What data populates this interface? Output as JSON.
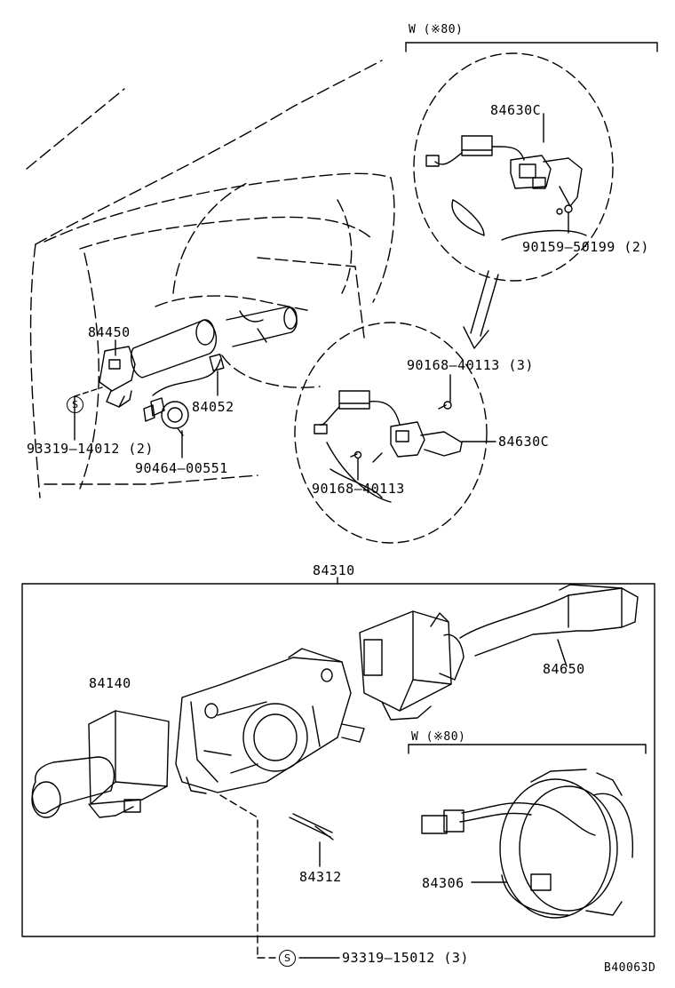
{
  "diagram": {
    "variant_top": "W (※80)",
    "variant_sensor": "W (※80)",
    "drawing_code": "B40063D",
    "screw_mark": "S"
  },
  "parts": {
    "p84630C_top": "84630C",
    "p90159": "90159—50199 (2)",
    "p84450": "84450",
    "p84052": "84052",
    "p93319_14012": "93319—14012 (2)",
    "p90464": "90464—00551",
    "p90168_3": "90168—40113 (3)",
    "p84630C_bottom": "84630C",
    "p90168": "90168—40113",
    "p84310": "84310",
    "p84650": "84650",
    "p84140": "84140",
    "p84312": "84312",
    "p84306": "84306",
    "p93319_15012": "93319—15012 (3)"
  }
}
